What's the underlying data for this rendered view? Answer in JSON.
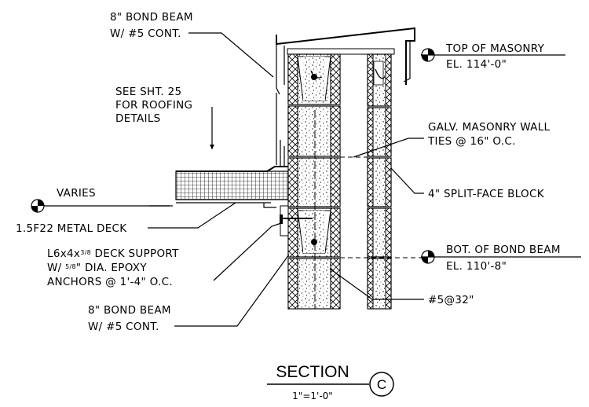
{
  "labels": {
    "bond_beam_top_1": "8\" BOND BEAM",
    "bond_beam_top_2": "W/ #5 CONT.",
    "see_sheet_1": "SEE SHT. 25",
    "see_sheet_2": "FOR ROOFING",
    "see_sheet_3": "DETAILS",
    "varies": "VARIES",
    "metal_deck": "1.5F22 METAL DECK",
    "deck_support_1": "L6x4x",
    "deck_support_frac": "3/8",
    "deck_support_2": " DECK SUPPORT",
    "deck_support_3": "W/ ",
    "deck_support_frac2": "5/8",
    "deck_support_4": "\" DIA. EPOXY",
    "deck_support_5": "ANCHORS @ 1'-4\" O.C.",
    "bond_beam_bot_1": "8\" BOND BEAM",
    "bond_beam_bot_2": "W/ #5 CONT.",
    "top_masonry": "TOP OF MASONRY",
    "top_masonry_el": "EL. 114'-0\"",
    "galv_ties_1": "GALV. MASONRY WALL",
    "galv_ties_2": "TIES @ 16\" O.C.",
    "split_face": "4\" SPLIT-FACE BLOCK",
    "bot_bond_beam": "BOT. OF BOND BEAM",
    "bot_bond_beam_el": "EL. 110'-8\"",
    "rebar": "#5@32\"",
    "section_title": "SECTION",
    "section_scale": "1\"=1'-0\"",
    "section_id": "C"
  }
}
